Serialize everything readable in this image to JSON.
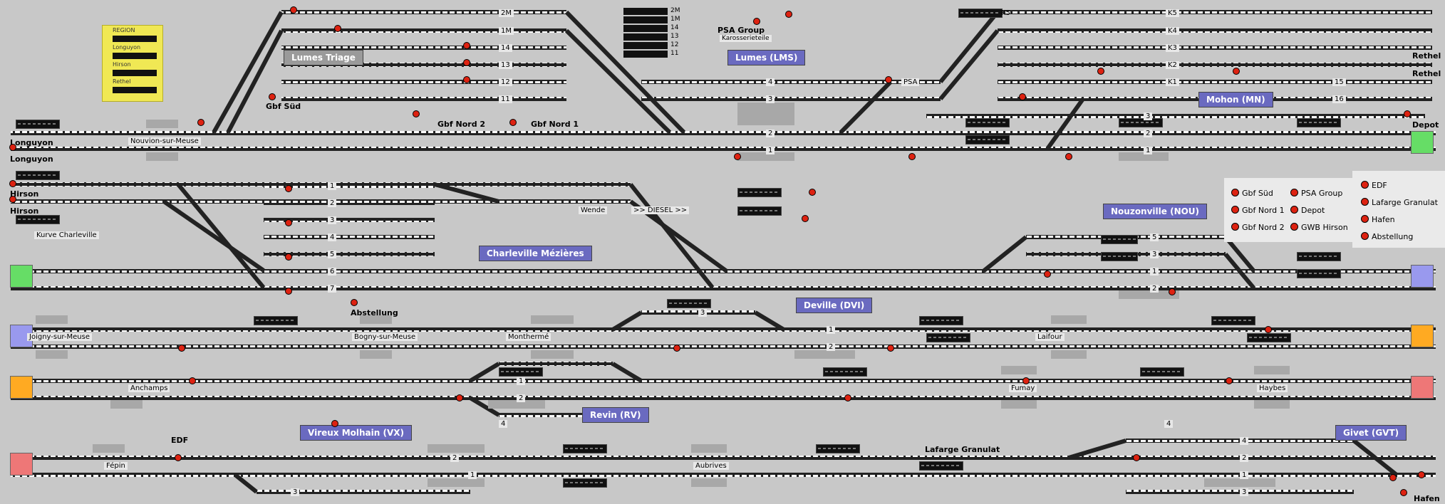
{
  "legend": {
    "title": "REGION",
    "items": [
      "Longuyon",
      "Hirson",
      "Rethel"
    ]
  },
  "track_counter": [
    {
      "label": "2M"
    },
    {
      "label": "1M"
    },
    {
      "label": "14"
    },
    {
      "label": "13"
    },
    {
      "label": "12"
    },
    {
      "label": "11"
    }
  ],
  "top_labels": {
    "k5": "K5",
    "k5b": "K5",
    "k4": "K4",
    "k3": "K3",
    "k2": "K2",
    "k1": "K1",
    "psa_group": "PSA Group",
    "karosserie": "Karosserieteile",
    "psa": "PSA",
    "m2": "2M",
    "m1": "1M",
    "t14": "14",
    "t13": "13",
    "t12": "12",
    "t11": "11",
    "lumes_triage": "Lumes Triage",
    "gbf_sud": "Gbf Süd",
    "gbf_nord2": "Gbf Nord 2",
    "gbf_nord1": "Gbf Nord 1",
    "nouvion": "Nouvion-sur-Meuse",
    "lumes_lms": "Lumes (LMS)",
    "mohon": "Mohon (MN)",
    "rethel1": "Rethel",
    "rethel2": "Rethel",
    "depot": "Depot",
    "longuyon1": "Longuyon",
    "longuyon2": "Longuyon",
    "t3": "3",
    "t2": "2",
    "t1": "1",
    "t4": "4",
    "t3b": "3",
    "t2b": "2",
    "t1b": "1",
    "t3c": "3",
    "t2c": "2",
    "t1c": "1",
    "t15": "15",
    "t16": "16"
  },
  "mid_labels": {
    "hirson1": "Hirson",
    "hirson2": "Hirson",
    "kurve": "Kurve Charleville",
    "charleville": "Charleville Mézières",
    "wende": "Wende",
    "diesel": ">> DIESEL >>",
    "abstellung": "Abstellung",
    "nouzonville": "Nouzonville (NOU)",
    "s1": "1",
    "s2": "2",
    "s3": "3",
    "s4": "4",
    "s5": "5",
    "s6": "6",
    "s7": "7",
    "n5": "5",
    "n3": "3",
    "n1": "1",
    "n2": "2"
  },
  "types_legend": [
    "Gbf Süd",
    "Gbf Nord 1",
    "Gbf Nord 2",
    "PSA Group",
    "Depot",
    "GWB Hirson"
  ],
  "types_legend2": [
    "EDF",
    "Lafarge Granulat",
    "Hafen",
    "Abstellung"
  ],
  "lower_labels": {
    "joigny": "Joigny-sur-Meuse",
    "bogny": "Bogny-sur-Meuse",
    "monthermé": "Monthermé",
    "deville": "Deville (DVI)",
    "laifour": "Laifour",
    "anchamps": "Anchamps",
    "revin": "Revin (RV)",
    "fumay": "Fumay",
    "haybes": "Haybes",
    "vireux": "Vireux Molhain (VX)",
    "edf": "EDF",
    "fepin": "Fépin",
    "aubrives": "Aubrives",
    "lafarge": "Lafarge Granulat",
    "givet": "Givet (GVT)",
    "hafen": "Hafen",
    "d1": "1",
    "d2": "2",
    "d3": "3",
    "r1": "1",
    "r2": "2",
    "r4": "4",
    "a2": "2",
    "a1": "1",
    "v3": "3",
    "g4a": "4",
    "g4": "4",
    "g2": "2",
    "g1": "1",
    "g3": "3"
  },
  "colors": {
    "background": "#c8c8c8",
    "station": "#6a6ac0",
    "signal": "#d21",
    "legend": "#f0e854",
    "term_green": "#66dd66",
    "term_blue": "#9999ee",
    "term_orange": "#ffaa22",
    "term_red": "#ee7777"
  }
}
